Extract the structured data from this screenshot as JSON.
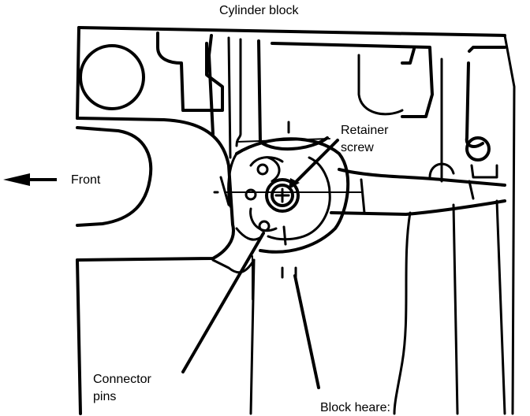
{
  "labels": {
    "cylinder_block": "Cylinder block",
    "retainer_line1": "Retainer",
    "retainer_line2": "screw",
    "front": "Front",
    "connector_line1": "Connector",
    "connector_line2": "pins",
    "block_heater": "Block heare:"
  }
}
